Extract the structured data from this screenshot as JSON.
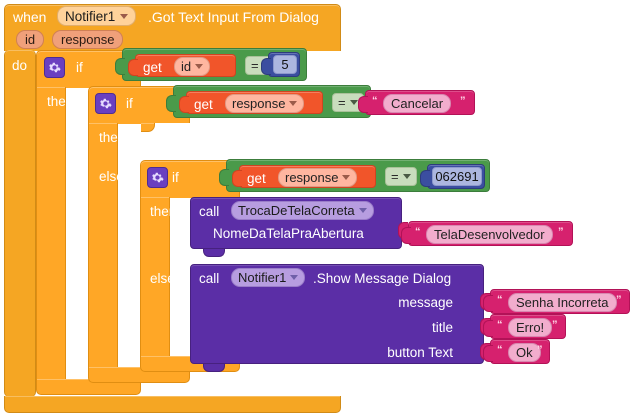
{
  "app": {
    "name": "MIT App Inventor Blocks Editor",
    "canvas_background": "#ffffff"
  },
  "colors": {
    "event_block": "#f5a623",
    "control_block": "#ffa726",
    "logic_block": "#4a9a4a",
    "variable_get_block": "#f1552a",
    "number_block": "#3b4ea0",
    "text_block": "#d6216e",
    "procedure_call_block": "#5b2ea6",
    "mutator_gear": "#6a3fc0"
  },
  "event_block": {
    "keyword_when": "when",
    "component": "Notifier1",
    "event_name": ".Got Text Input From Dialog",
    "parameters": [
      "id",
      "response"
    ],
    "keyword_do": "do"
  },
  "if_outer": {
    "keyword_if": "if",
    "keyword_then": "then",
    "condition": {
      "left": {
        "keyword_get": "get",
        "variable": "id"
      },
      "operator": "=",
      "right": {
        "type": "number",
        "value": "5"
      }
    }
  },
  "if_middle": {
    "keyword_if": "if",
    "keyword_then": "then",
    "keyword_else": "else",
    "condition": {
      "left": {
        "keyword_get": "get",
        "variable": "response"
      },
      "operator": "=",
      "right": {
        "type": "text",
        "value": "Cancelar"
      }
    },
    "then_body_empty": true
  },
  "if_inner": {
    "keyword_if": "if",
    "keyword_then": "then",
    "keyword_else": "else",
    "condition": {
      "left": {
        "keyword_get": "get",
        "variable": "response"
      },
      "operator": "=",
      "right": {
        "type": "number",
        "value": "062691"
      }
    }
  },
  "call_procedure": {
    "keyword_call": "call",
    "procedure_name": "TrocaDeTelaCorreta",
    "argument_label": "NomeDaTelaPraAbertura",
    "argument_value": "TelaDesenvolvedor"
  },
  "call_notifier": {
    "keyword_call": "call",
    "component": "Notifier1",
    "method_name": ".Show Message Dialog",
    "args": [
      {
        "label": "message",
        "value": "Senha Incorreta"
      },
      {
        "label": "title",
        "value": "Erro!"
      },
      {
        "label": "button Text",
        "value": "Ok"
      }
    ]
  },
  "glyphs": {
    "open_quote": "“",
    "close_quote": "”"
  }
}
